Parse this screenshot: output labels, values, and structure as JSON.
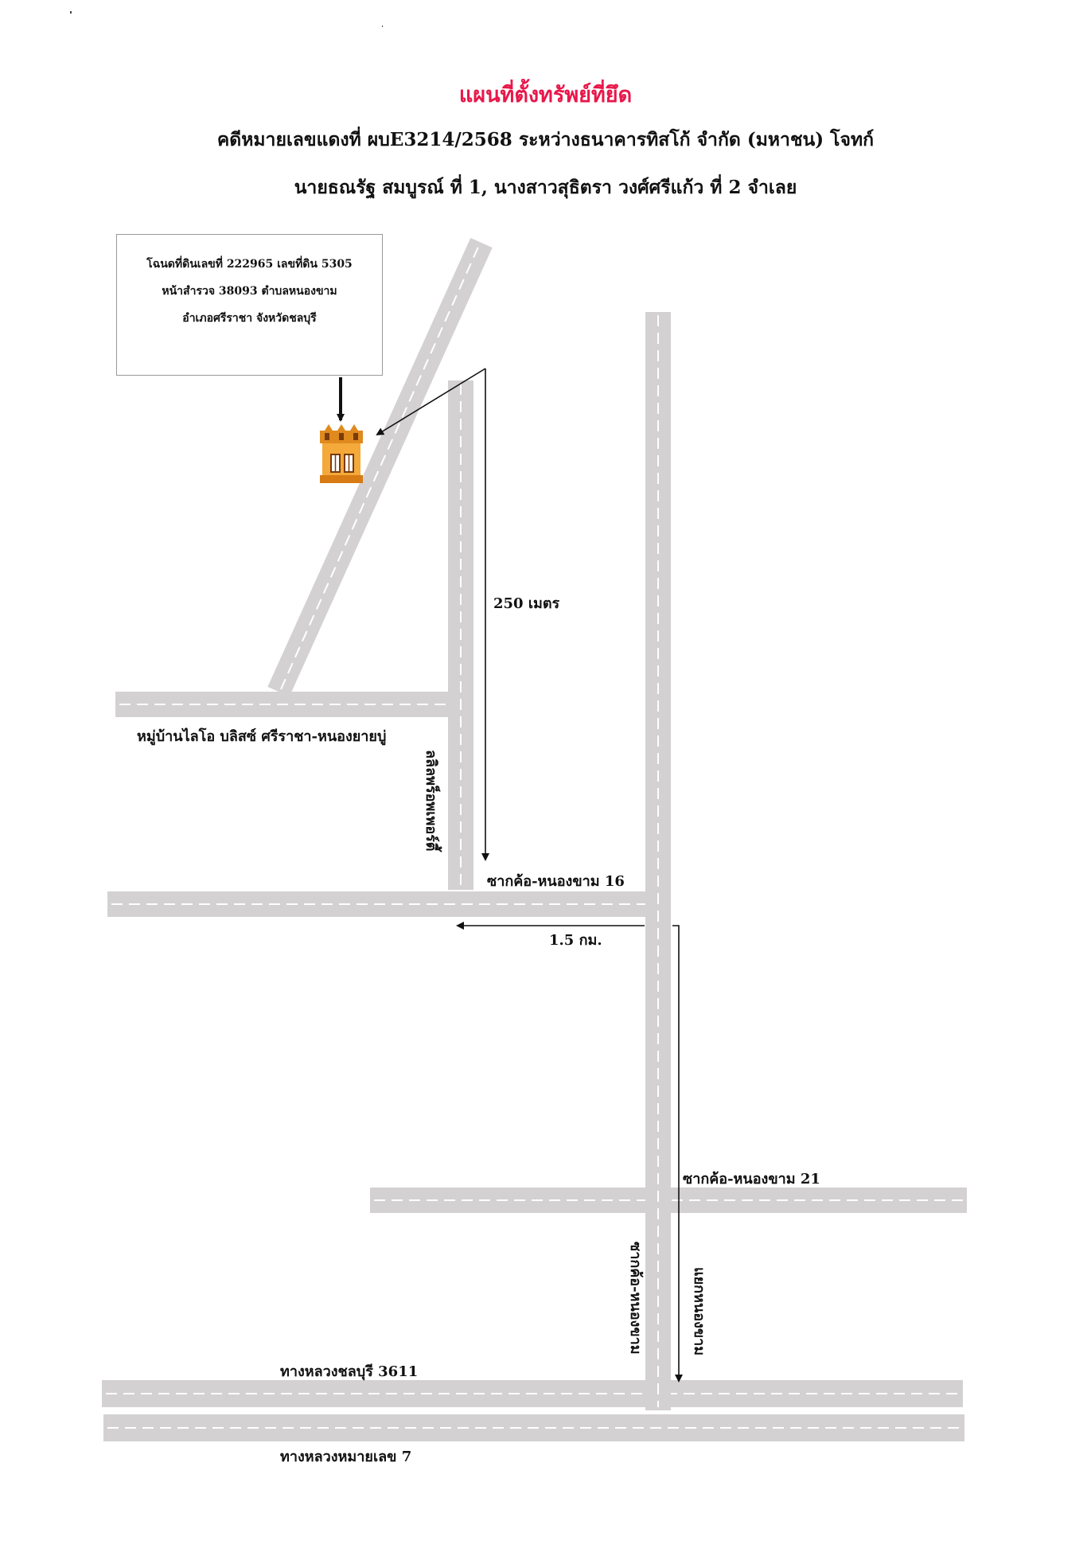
{
  "header": {
    "title": "แผนที่ตั้งทรัพย์ที่ยึด",
    "case_line": "คดีหมายเลขแดงที่ ผบE3214/2568 ระหว่างธนาคารทิสโก้ จำกัด (มหาชน) โจทก์",
    "parties_line": "นายธณรัฐ  สมบูรณ์ ที่ 1, นางสาวสุธิตรา  วงศ์ศรีแก้ว ที่ 2 จำเลย"
  },
  "deed_box": {
    "line1": "โฉนดที่ดินเลขที่  222965 เลขที่ดิน 5305",
    "line2": "หน้าสำรวจ 38093 ตำบลหนองขาม",
    "line3": "อำเภอศรีราชา จังหวัดชลบุรี"
  },
  "roads": {
    "village_road": "หมู่บ้านไลโอ บลิสซ์ ศรีราชา-หนองยายบู่",
    "lalil_road": "ลลิลพร็อพเพอร์ตี้",
    "sakkho_16": "ซากค้อ-หนองขาม 16",
    "sakkho_21": "ซากค้อ-หนองขาม 21",
    "sakkho_main": "ซากค้อ-หนองขาม",
    "nongkham_junction": "แยกหนองขาม",
    "highway_3611": "ทางหลวงชลบุรี 3611",
    "highway_7": "ทางหลวงหมายเลข 7"
  },
  "distances": {
    "d1": "250 เมตร",
    "d2": "1.5 กม."
  },
  "icons": {
    "property": "house-icon"
  },
  "colors": {
    "title": "#e8174a",
    "road": "#d4d1d3",
    "road_dash": "#ffffff",
    "house_roof": "#e08a1e",
    "house_body": "#f4a93a"
  }
}
